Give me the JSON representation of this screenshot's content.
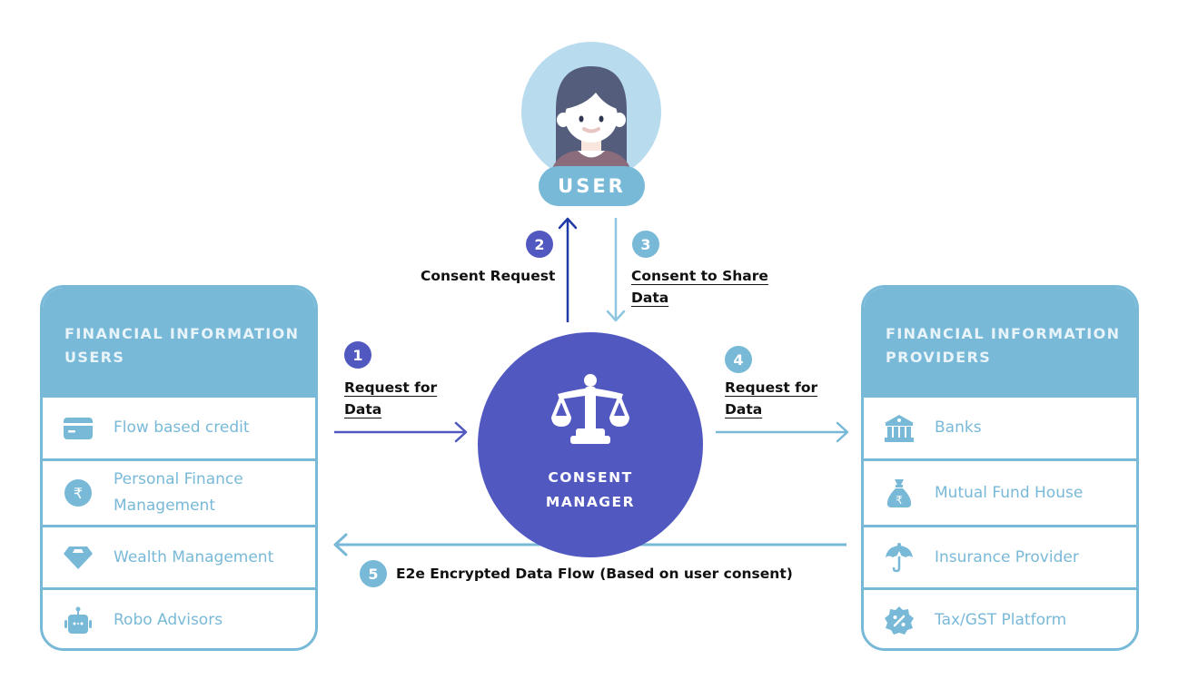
{
  "user": {
    "label": "USER",
    "icon": "woman-avatar-icon"
  },
  "consent_manager": {
    "title": "CONSENT MANAGER",
    "line1": "CONSENT",
    "line2": "MANAGER",
    "icon": "balance-scale-icon"
  },
  "left_panel": {
    "title_line1": "FINANCIAL INFORMATION",
    "title_line2": "USERS",
    "items": [
      {
        "icon": "credit-card-icon",
        "line1": "Flow based credit",
        "line2": ""
      },
      {
        "icon": "rupee-coin-icon",
        "line1": "Personal Finance",
        "line2": "Management"
      },
      {
        "icon": "diamond-icon",
        "line1": "Wealth Management",
        "line2": ""
      },
      {
        "icon": "robot-icon",
        "line1": "Robo Advisors",
        "line2": ""
      }
    ]
  },
  "right_panel": {
    "title_line1": "FINANCIAL INFORMATION",
    "title_line2": "PROVIDERS",
    "items": [
      {
        "icon": "bank-icon",
        "line1": "Banks"
      },
      {
        "icon": "money-bag-icon",
        "line1": "Mutual Fund House"
      },
      {
        "icon": "umbrella-icon",
        "line1": "Insurance Provider"
      },
      {
        "icon": "percent-badge-icon",
        "line1": "Tax/GST Platform"
      }
    ]
  },
  "steps": [
    {
      "number": "1",
      "line1": "Request for",
      "line2": "Data",
      "color": "#5158c0"
    },
    {
      "number": "2",
      "line1": "Consent Request",
      "line2": "",
      "color": "#5158c0"
    },
    {
      "number": "3",
      "line1": "Consent to Share",
      "line2": "Data",
      "color": "#79b9d8"
    },
    {
      "number": "4",
      "line1": "Request for",
      "line2": "Data",
      "color": "#79b9d8"
    },
    {
      "number": "5",
      "line1": "E2e Encrypted Data Flow (Based on user consent)",
      "line2": "",
      "color": "#79b9d8"
    }
  ],
  "colors": {
    "primary_purple": "#5158c0",
    "light_blue": "#79b9d8",
    "dark_blue_arrow": "#1f3aa8",
    "avatar_bg": "#b8dcee"
  }
}
